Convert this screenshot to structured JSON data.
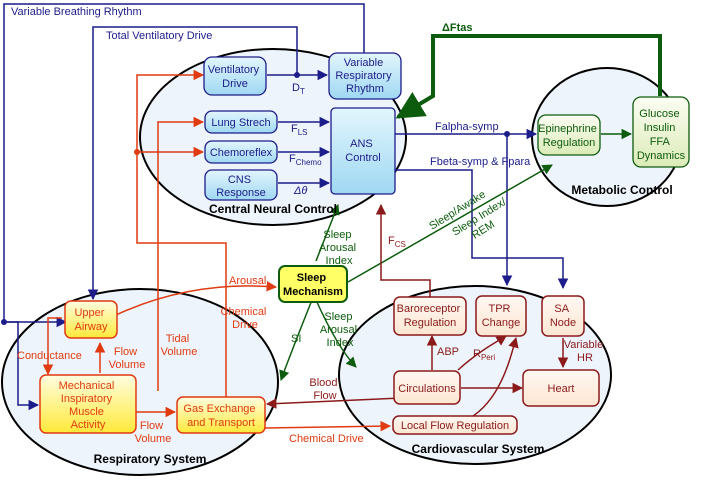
{
  "top_labels": {
    "variable_breathing_rhythm": "Variable Breathing Rhythm",
    "total_ventilatory_drive": "Total Ventilatory Drive",
    "delta_ftas": "ΔFtas"
  },
  "regions": {
    "central_neural_control": "Central Neural Control",
    "metabolic_control": "Metabolic Control",
    "respiratory_system": "Respiratory System",
    "cardiovascular_system": "Cardiovascular System"
  },
  "central": {
    "ventilatory_drive": [
      "Ventilatory",
      "Drive"
    ],
    "variable_respiratory_rhythm": [
      "Variable",
      "Respiratory",
      "Rhythm"
    ],
    "lung_strech": "Lung Strech",
    "chemoreflex": "Chemoreflex",
    "cns_response": [
      "CNS",
      "Response"
    ],
    "ans_control": [
      "ANS",
      "Control"
    ],
    "d_t": "D",
    "d_t_sub": "T",
    "f_ls": "F",
    "f_ls_sub": "LS",
    "f_chemo": "F",
    "f_chemo_sub": "Chemo",
    "delta_theta": "Δθ"
  },
  "metabolic": {
    "epinephrine_regulation": [
      "Epinephrine",
      "Regulation"
    ],
    "glucose_dynamics": [
      "Glucose",
      "Insulin",
      "FFA",
      "Dynamics"
    ]
  },
  "signals": {
    "falpha_symp": "Falpha-symp",
    "fbeta_symp": "Fbeta-symp & Fpara",
    "sleep_awake": "Sleep/Awake",
    "sleep_index_rem": [
      "Sleep Index/",
      "REM"
    ],
    "f_cs": "F",
    "f_cs_sub": "CS",
    "sleep_arousal_index_top": [
      "Sleep",
      "Arousal",
      "Index"
    ],
    "sleep_arousal_index_bottom": [
      "Sleep",
      "Arousal",
      "Index"
    ],
    "arousal": "Arousal",
    "si": "SI",
    "tidal_volume": [
      "Tidal",
      "Volume"
    ],
    "chemical_drive_left": [
      "Chemical",
      "Drive"
    ],
    "chemical_drive_bottom": "Chemical Drive",
    "blood_flow": [
      "Blood",
      "Flow"
    ]
  },
  "sleep_mechanism": [
    "Sleep",
    "Mechanism"
  ],
  "respiratory": {
    "upper_airway": [
      "Upper",
      "Airway"
    ],
    "conductance": "Conductance",
    "flow_volume_top": [
      "Flow",
      "Volume"
    ],
    "flow_volume_bottom": [
      "Flow",
      "Volume"
    ],
    "mechanical_muscle": [
      "Mechanical",
      "Inspiratory",
      "Muscle",
      "Activity"
    ],
    "gas_exchange": [
      "Gas Exchange",
      "and Transport"
    ]
  },
  "cardiovascular": {
    "baroreceptor_regulation": [
      "Baroreceptor",
      "Regulation"
    ],
    "tpr_change": [
      "TPR",
      "Change"
    ],
    "sa_node": [
      "SA",
      "Node"
    ],
    "abp": "ABP",
    "r_peri": "R",
    "r_peri_sub": "Peri",
    "variable_hr": [
      "Variable",
      "HR"
    ],
    "circulations": "Circulations",
    "heart": "Heart",
    "local_flow_regulation": "Local Flow Regulation"
  },
  "colors": {
    "blue": "#1c1c8a",
    "green": "#0d5c0d",
    "red": "#e03a10",
    "darkred": "#8b1a1a",
    "box_blue_fill": "#bfe6f7",
    "box_green_fill": "#edf5d6",
    "box_yellow_fill": "#fff36b",
    "sleep_fill": "#ffff66",
    "region_fill": "#eef4fb"
  }
}
